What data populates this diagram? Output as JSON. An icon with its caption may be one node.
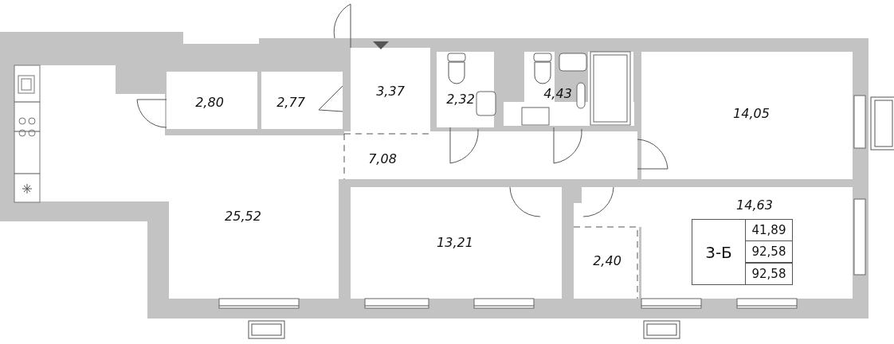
{
  "diagram": {
    "nodes": [
      {
        "text": [
          "2,80"
        ]
      },
      {
        "text": [
          "2,77"
        ]
      },
      {
        "text": [
          "3,37"
        ]
      },
      {
        "text": [
          "2,32"
        ]
      },
      {
        "text": [
          "4,43"
        ]
      },
      {
        "text": [
          "14,05"
        ]
      },
      {
        "text": [
          "7,08"
        ]
      },
      {
        "text": [
          "25,52"
        ]
      },
      {
        "text": [
          "14,63"
        ]
      },
      {
        "text": [
          "13,21"
        ]
      },
      {
        "text": [
          "2,40"
        ]
      }
    ],
    "labels": [
      "3-Б",
      "41,89",
      "92,58",
      "92,58"
    ]
  }
}
